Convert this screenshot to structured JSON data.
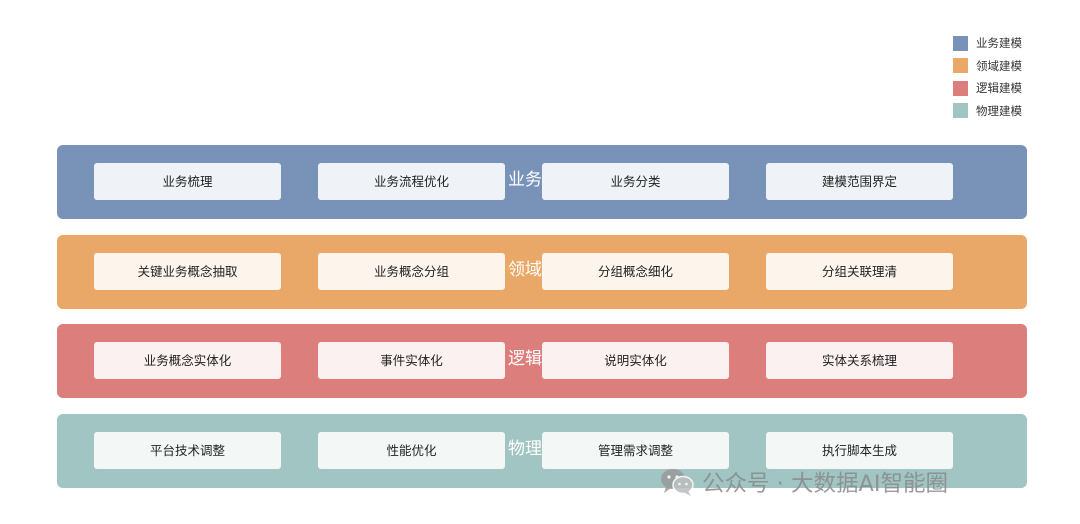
{
  "legend": [
    {
      "label": "业务建模",
      "color": "#7892b8"
    },
    {
      "label": "领域建模",
      "color": "#e9a867"
    },
    {
      "label": "逻辑建模",
      "color": "#dc7f7c"
    },
    {
      "label": "物理建模",
      "color": "#a0c5c2"
    }
  ],
  "bands": [
    {
      "title": "业务建模",
      "color": "#7892b8",
      "box_color": "#eff2f7",
      "items": [
        "业务梳理",
        "业务流程优化",
        "业务分类",
        "建模范围界定"
      ]
    },
    {
      "title": "领域建模",
      "color": "#e9a867",
      "box_color": "#fdf4ec",
      "items": [
        "关键业务概念抽取",
        "业务概念分组",
        "分组概念细化",
        "分组关联理清"
      ]
    },
    {
      "title": "逻辑建模",
      "color": "#dc7f7c",
      "box_color": "#fbf1f0",
      "items": [
        "业务概念实体化",
        "事件实体化",
        "说明实体化",
        "实体关系梳理"
      ]
    },
    {
      "title": "物理建模",
      "color": "#a0c5c2",
      "box_color": "#f3f8f7",
      "items": [
        "平台技术调整",
        "性能优化",
        "管理需求调整",
        "执行脚本生成"
      ]
    }
  ],
  "watermark": {
    "icon": "wechat-icon",
    "text": "公众号 · 大数据AI智能圈"
  }
}
